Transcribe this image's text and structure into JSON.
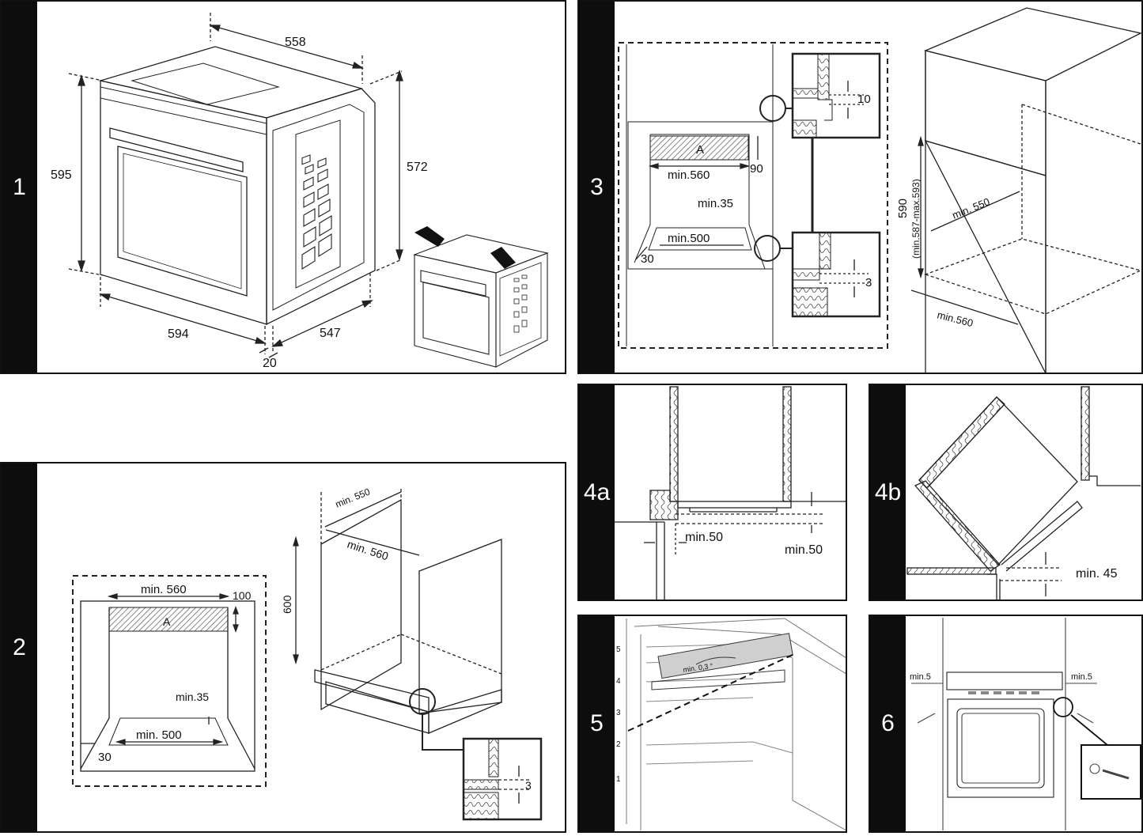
{
  "panels": {
    "p1": {
      "number": "1",
      "dims": {
        "width_top": "558",
        "height_left": "595",
        "height_right": "572",
        "width_front": "594",
        "depth": "547",
        "front_offset": "20"
      }
    },
    "p2": {
      "number": "2",
      "labels": {
        "min560": "min. 560",
        "h100": "100",
        "area": "A",
        "min35": "min.35",
        "min500": "min. 500",
        "d30": "30",
        "cab550": "min. 550",
        "cab560": "min. 560",
        "cab600": "600",
        "detail3": "3"
      }
    },
    "p3": {
      "number": "3",
      "labels": {
        "area": "A",
        "h90": "90",
        "min560": "min.560",
        "min35": "min.35",
        "min500": "min.500",
        "d30": "30",
        "d10": "10",
        "d3": "3",
        "min550": "min. 550",
        "h590": "590",
        "h590range": "(min.587-max.593)",
        "w560": "min.560"
      }
    },
    "p4a": {
      "number": "4a",
      "labels": {
        "gap_left": "min.50",
        "gap_right": "min.50"
      }
    },
    "p4b": {
      "number": "4b",
      "labels": {
        "gap": "min. 45"
      }
    },
    "p5": {
      "number": "5",
      "labels": {
        "angle": "min. 0,3 °",
        "levels": [
          "5",
          "4",
          "3",
          "2",
          "1"
        ]
      }
    },
    "p6": {
      "number": "6",
      "labels": {
        "left": "min.5",
        "right": "min.5"
      }
    }
  }
}
